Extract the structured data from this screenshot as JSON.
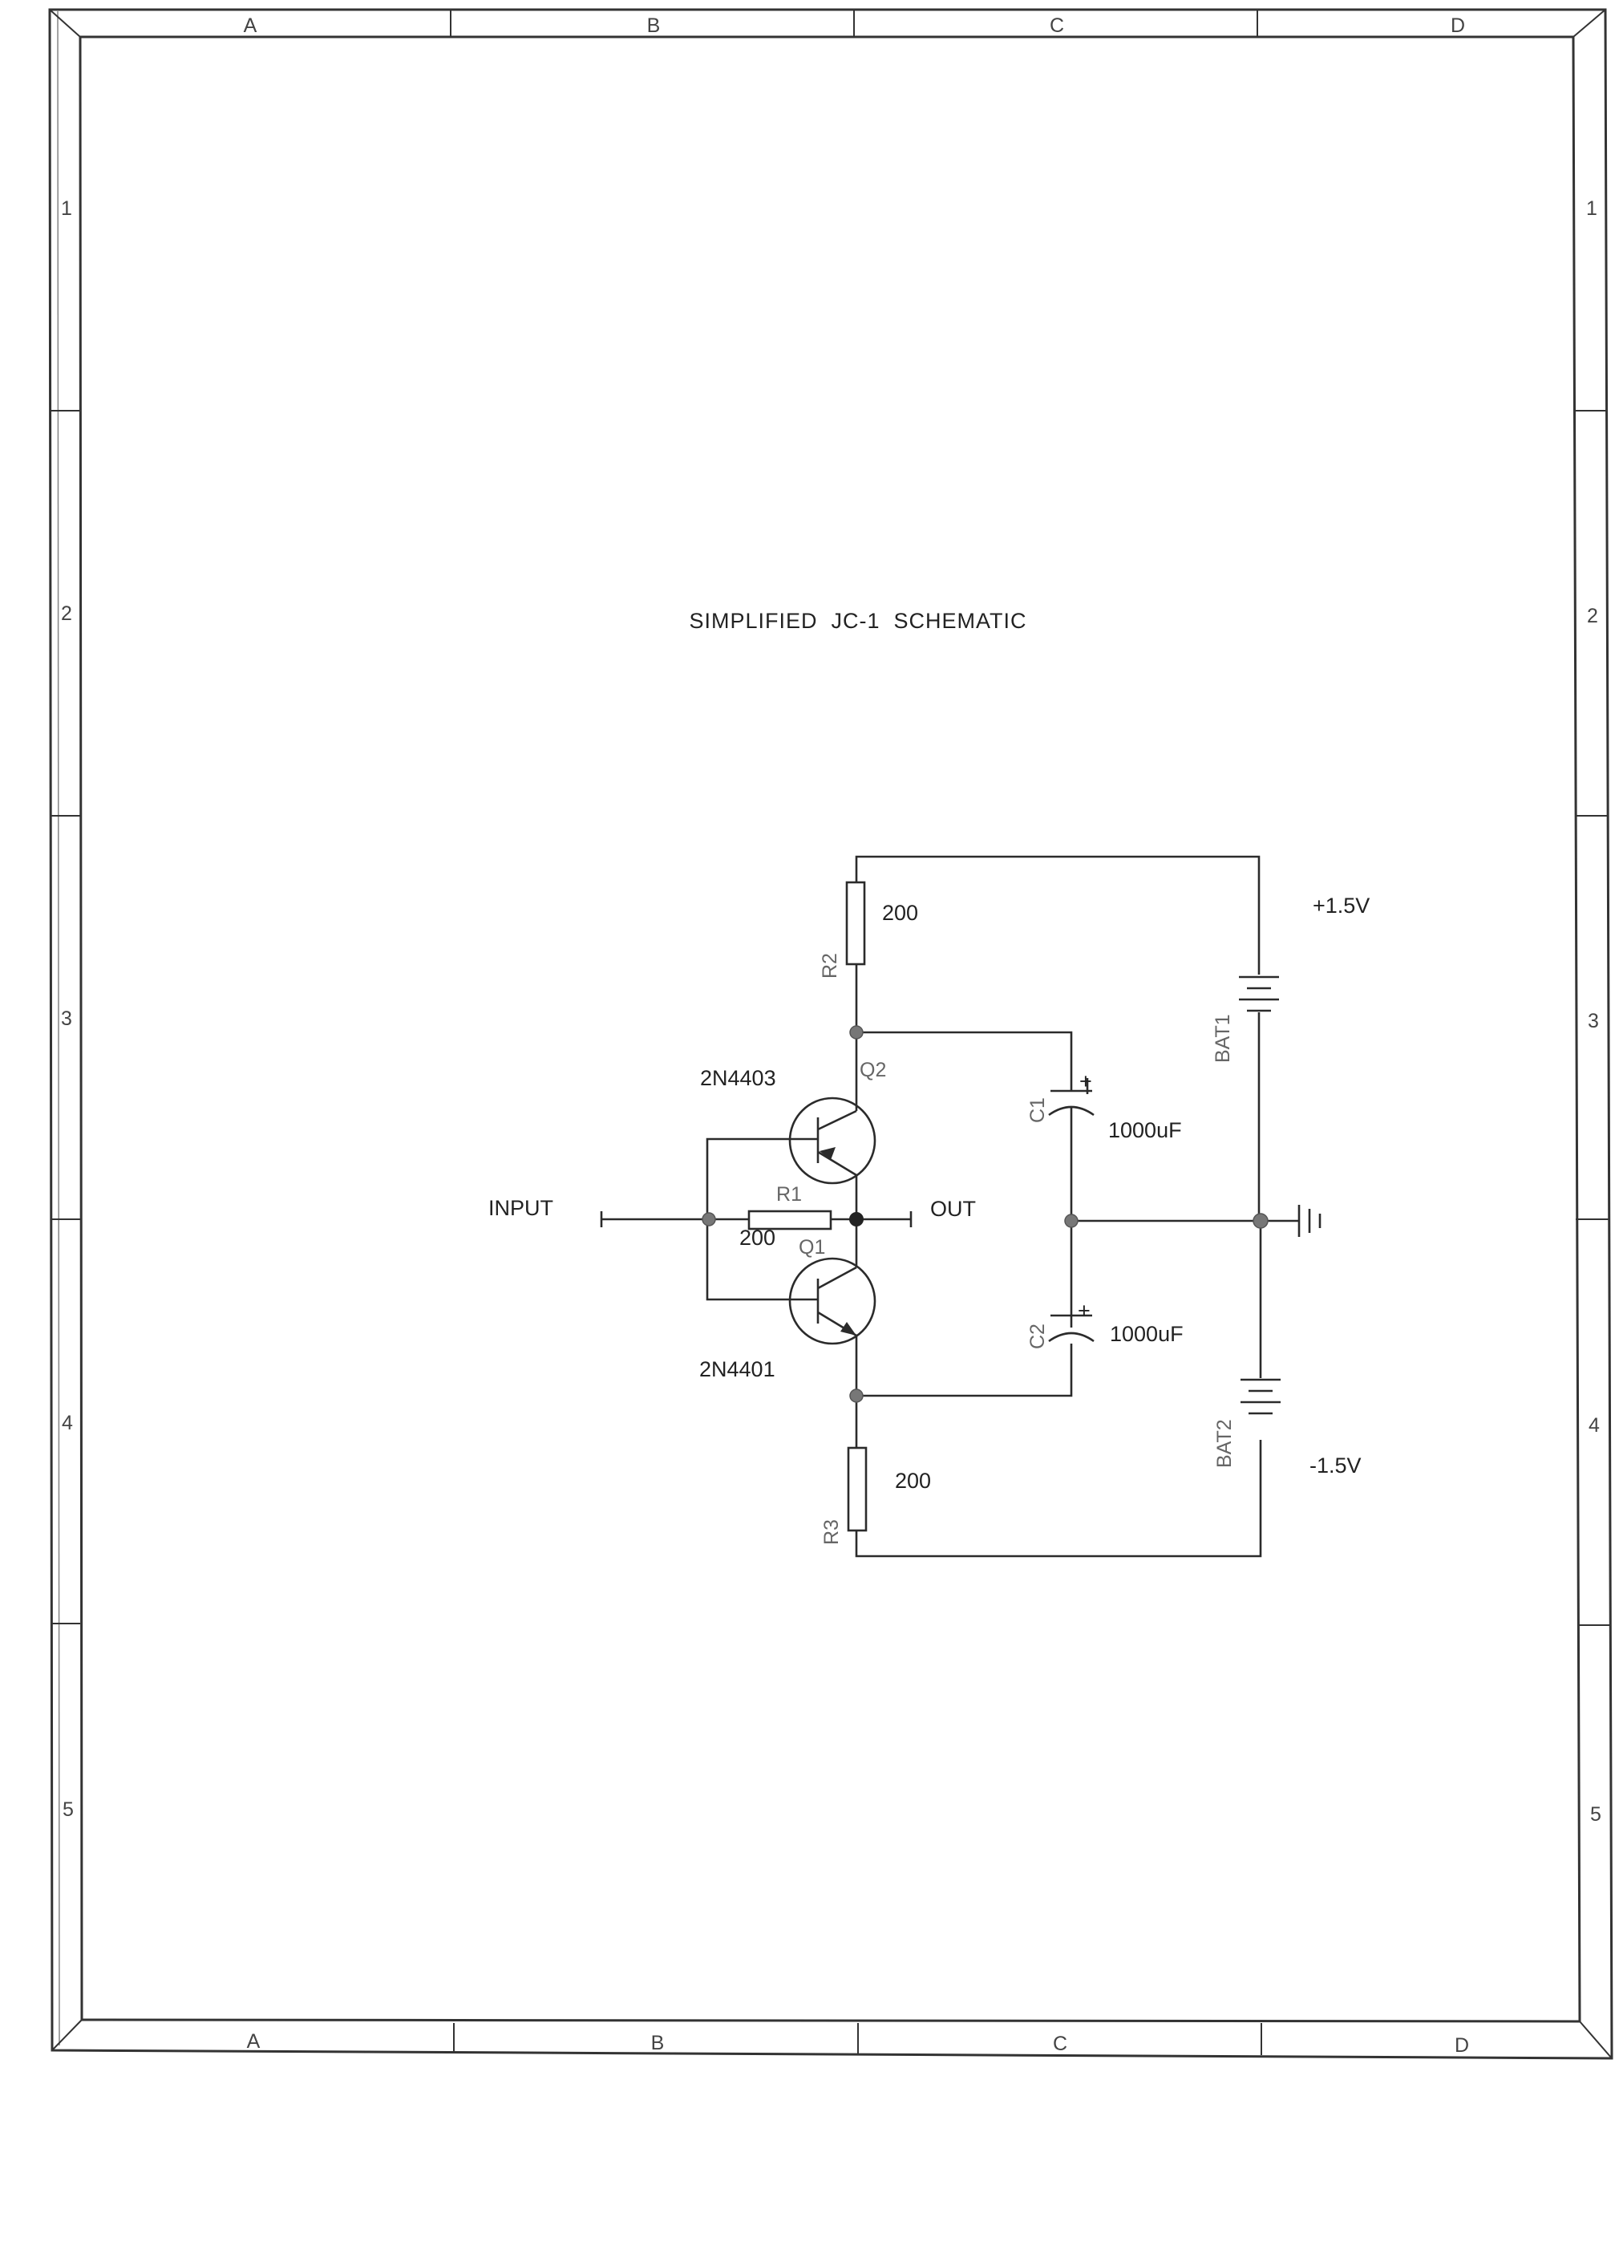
{
  "sheet": {
    "title": "SIMPLIFIED  JC-1  SCHEMATIC",
    "columns": [
      "A",
      "B",
      "C",
      "D"
    ],
    "rows": [
      "1",
      "2",
      "3",
      "4",
      "5"
    ]
  },
  "schematic": {
    "input_label": "INPUT",
    "output_label": "OUT",
    "components": {
      "R1": {
        "ref": "R1",
        "value": "200"
      },
      "R2": {
        "ref": "R2",
        "value": "200"
      },
      "R3": {
        "ref": "R3",
        "value": "200"
      },
      "Q1": {
        "ref": "Q1",
        "part": "2N4401"
      },
      "Q2": {
        "ref": "Q2",
        "part": "2N4403"
      },
      "C1": {
        "ref": "C1",
        "value": "1000uF"
      },
      "C2": {
        "ref": "C2",
        "value": "1000uF"
      },
      "BAT1": {
        "ref": "BAT1",
        "voltage": "+1.5V"
      },
      "BAT2": {
        "ref": "BAT2",
        "voltage": "-1.5V"
      }
    },
    "capacitor_polarity": "+"
  }
}
